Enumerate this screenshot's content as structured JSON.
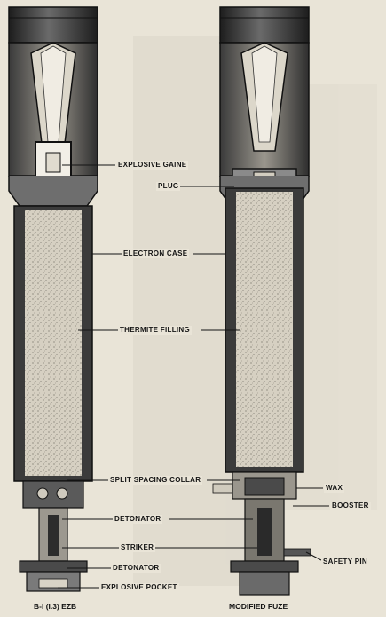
{
  "labels": {
    "explosive_gaine": "EXPLOSIVE GAINE",
    "plug": "PLUG",
    "electron_case": "ELECTRON CASE",
    "thermite_filling": "THERMITE FILLING",
    "split_spacing_collar": "SPLIT SPACING COLLAR",
    "wax": "WAX",
    "booster": "BOOSTER",
    "detonator_upper": "DETONATOR",
    "striker": "STRIKER",
    "safety_pin": "SAFETY PIN",
    "detonator_lower": "DETONATOR",
    "explosive_pocket": "EXPLOSIVE POCKET"
  },
  "captions": {
    "left": "B-I (I.3) EZB",
    "right": "MODIFIED FUZE"
  },
  "colors": {
    "paper": "#e9e4d7",
    "ink": "#141414",
    "stipple": "#cfc9bb",
    "metal_dark": "#2a2a2a",
    "metal_mid": "#777777"
  }
}
